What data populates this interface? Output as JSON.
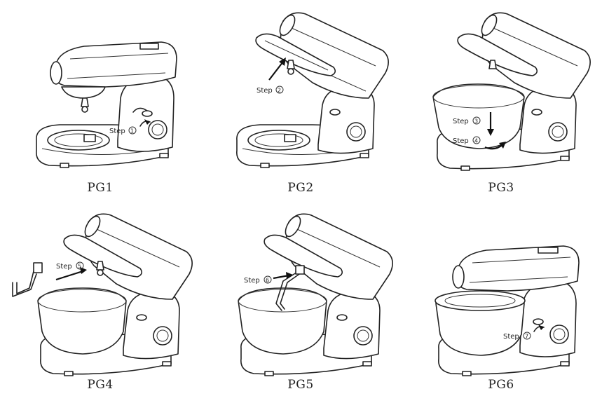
{
  "panels": [
    {
      "caption": "PG1",
      "state": "head-down",
      "bowl": false,
      "hook": false,
      "steps": [
        {
          "text": "Step",
          "num": "1"
        }
      ]
    },
    {
      "caption": "PG2",
      "state": "head-up",
      "bowl": false,
      "hook": false,
      "steps": [
        {
          "text": "Step",
          "num": "2"
        }
      ]
    },
    {
      "caption": "PG3",
      "state": "head-up",
      "bowl": true,
      "hook": false,
      "steps": [
        {
          "text": "Step",
          "num": "3"
        },
        {
          "text": "Step",
          "num": "4"
        }
      ]
    },
    {
      "caption": "PG4",
      "state": "head-up",
      "bowl": true,
      "hook": true,
      "steps": [
        {
          "text": "Step",
          "num": "5"
        }
      ]
    },
    {
      "caption": "PG5",
      "state": "head-up",
      "bowl": true,
      "hook": true,
      "steps": [
        {
          "text": "Step",
          "num": "6"
        }
      ]
    },
    {
      "caption": "PG6",
      "state": "head-down",
      "bowl": true,
      "hook": false,
      "steps": [
        {
          "text": "Step",
          "num": "7"
        }
      ]
    }
  ]
}
